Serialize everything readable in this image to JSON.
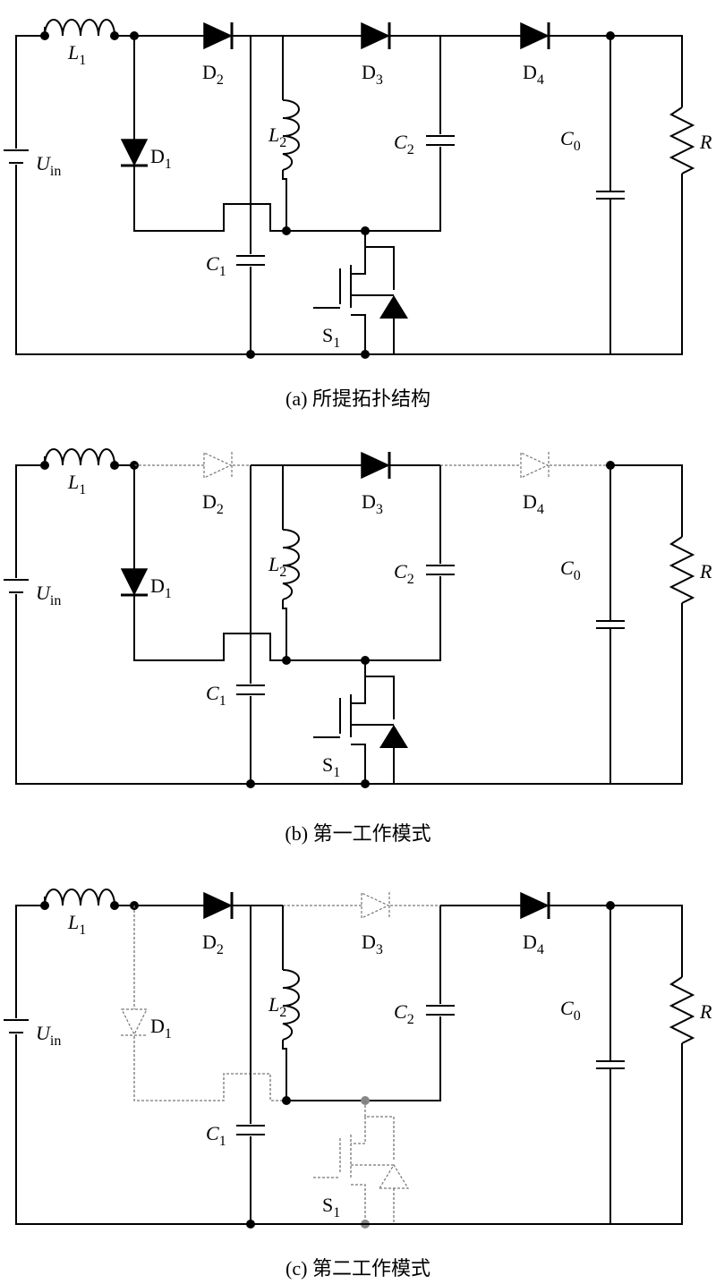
{
  "circuits": [
    {
      "caption": "(a)  所提拓扑结构",
      "labels": {
        "L1": "L",
        "L2": "L",
        "D1": "D",
        "D2": "D",
        "D3": "D",
        "D4": "D",
        "C1": "C",
        "C2": "C",
        "C0": "C",
        "Uin": "U",
        "R": "R",
        "S1": "S"
      },
      "subs": {
        "L1": "1",
        "L2": "2",
        "D1": "1",
        "D2": "2",
        "D3": "3",
        "D4": "4",
        "C1": "1",
        "C2": "2",
        "C0": "0",
        "Uin": "in",
        "S1": "1"
      },
      "off": []
    },
    {
      "caption": "(b)  第一工作模式",
      "labels": {
        "L1": "L",
        "L2": "L",
        "D1": "D",
        "D2": "D",
        "D3": "D",
        "D4": "D",
        "C1": "C",
        "C2": "C",
        "C0": "C",
        "Uin": "U",
        "R": "R",
        "S1": "S"
      },
      "subs": {
        "L1": "1",
        "L2": "2",
        "D1": "1",
        "D2": "2",
        "D3": "3",
        "D4": "4",
        "C1": "1",
        "C2": "2",
        "C0": "0",
        "Uin": "in",
        "S1": "1"
      },
      "off": [
        "D2",
        "D4"
      ]
    },
    {
      "caption": "(c)  第二工作模式",
      "labels": {
        "L1": "L",
        "L2": "L",
        "D1": "D",
        "D2": "D",
        "D3": "D",
        "D4": "D",
        "C1": "C",
        "C2": "C",
        "C0": "C",
        "Uin": "U",
        "R": "R",
        "S1": "S"
      },
      "subs": {
        "L1": "1",
        "L2": "2",
        "D1": "1",
        "D2": "2",
        "D3": "3",
        "D4": "4",
        "C1": "1",
        "C2": "2",
        "C0": "0",
        "Uin": "in",
        "S1": "1"
      },
      "off": [
        "D1",
        "D3",
        "S1"
      ]
    }
  ]
}
